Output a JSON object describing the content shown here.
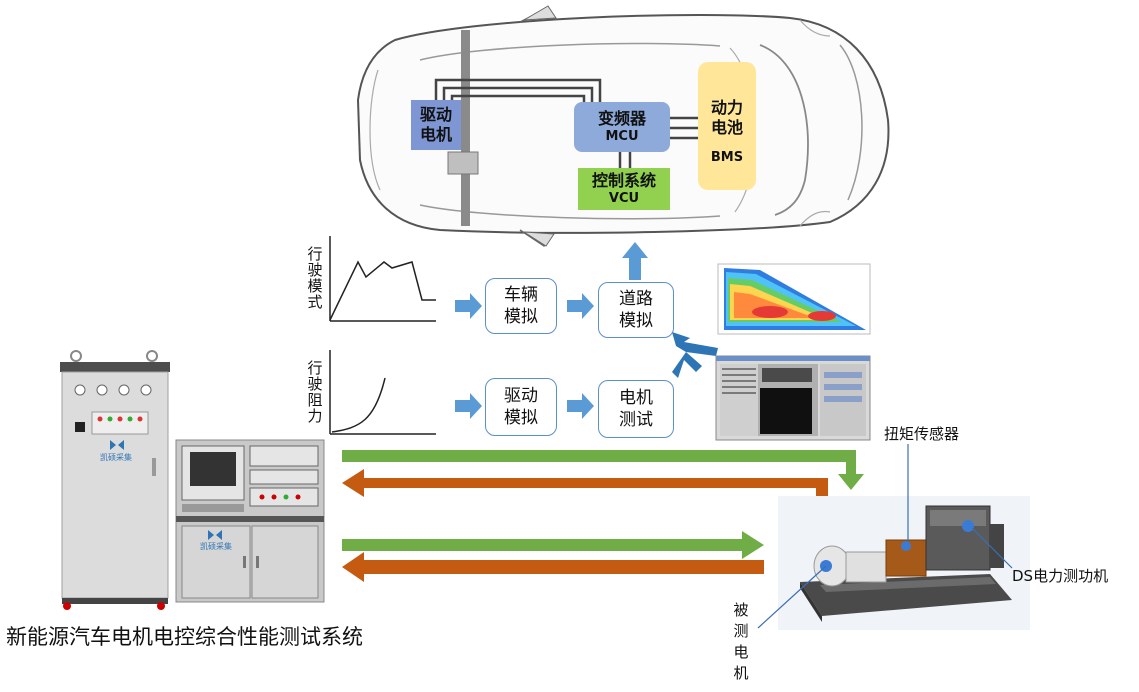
{
  "car": {
    "motor_line1": "驱动",
    "motor_line2": "电机",
    "inverter_title": "变频器",
    "inverter_sub": "MCU",
    "control_title": "控制系统",
    "control_sub": "VCU",
    "battery_line1": "动力",
    "battery_line2": "电池",
    "battery_sub": "BMS"
  },
  "flow": {
    "driving_mode_label": "行驶模式",
    "driving_resistance_label": "行驶阻力",
    "vehicle_sim": [
      "车辆",
      "模拟"
    ],
    "road_sim": [
      "道路",
      "模拟"
    ],
    "drive_sim": [
      "驱动",
      "模拟"
    ],
    "motor_test": [
      "电机",
      "测试"
    ]
  },
  "labels": {
    "torque_sensor": "扭矩传感器",
    "dynamometer": "DS电力测功机",
    "motor_under_test": "被测电机",
    "system_title": "新能源汽车电机电控综合性能测试系统",
    "cabinet_brand": "凯硕采集"
  },
  "colors": {
    "blue_arrow": "#5b9bd5",
    "green_arrow": "#70ad47",
    "orange_arrow": "#c55a11",
    "motor_block": "#7f96d4",
    "inverter_block": "#8eaadb",
    "control_block": "#92d050",
    "battery_block": "#ffe699"
  }
}
